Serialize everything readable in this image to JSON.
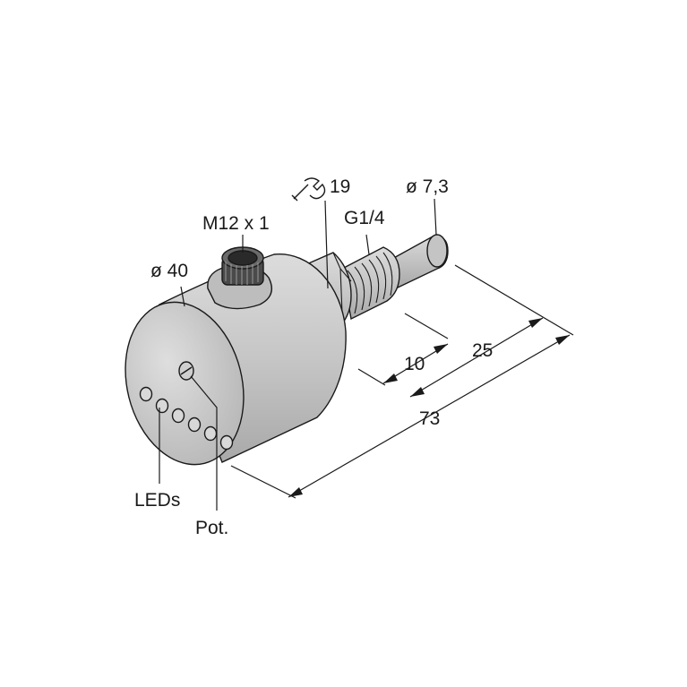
{
  "diagram": {
    "labels": {
      "diameter_housing": "ø 40",
      "connector_thread": "M12 x 1",
      "wrench_size": "19",
      "process_thread": "G1/4",
      "diameter_probe": "ø 7,3",
      "dim_thread_length": "10",
      "dim_probe_length": "25",
      "dim_total_length": "73",
      "leds": "LEDs",
      "potentiometer": "Pot."
    },
    "led_count": 6,
    "icons": [
      "wrench-icon"
    ],
    "colors": {
      "body_gray": "#c9c9c9",
      "outline": "#1a1a1a",
      "background": "#ffffff"
    }
  }
}
